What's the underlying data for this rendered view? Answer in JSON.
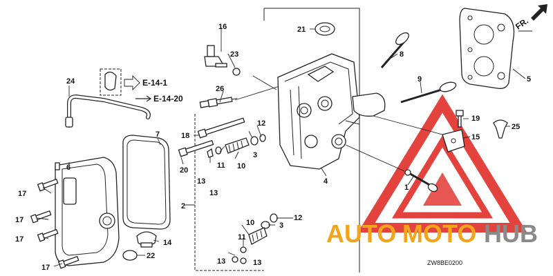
{
  "diagram": {
    "callouts": [
      {
        "id": "c1",
        "text": "1"
      },
      {
        "id": "c2",
        "text": "2"
      },
      {
        "id": "c3a",
        "text": "3"
      },
      {
        "id": "c3b",
        "text": "3"
      },
      {
        "id": "c4",
        "text": "4"
      },
      {
        "id": "c5",
        "text": "5"
      },
      {
        "id": "c6",
        "text": "6"
      },
      {
        "id": "c7",
        "text": "7"
      },
      {
        "id": "c8",
        "text": "8"
      },
      {
        "id": "c9",
        "text": "9"
      },
      {
        "id": "c10a",
        "text": "10"
      },
      {
        "id": "c10b",
        "text": "10"
      },
      {
        "id": "c11a",
        "text": "11"
      },
      {
        "id": "c11b",
        "text": "11"
      },
      {
        "id": "c12a",
        "text": "12"
      },
      {
        "id": "c12b",
        "text": "12"
      },
      {
        "id": "c13a",
        "text": "13"
      },
      {
        "id": "c13b",
        "text": "13"
      },
      {
        "id": "c13c",
        "text": "13"
      },
      {
        "id": "c13d",
        "text": "13"
      },
      {
        "id": "c14",
        "text": "14"
      },
      {
        "id": "c15",
        "text": "15"
      },
      {
        "id": "c16",
        "text": "16"
      },
      {
        "id": "c17a",
        "text": "17"
      },
      {
        "id": "c17b",
        "text": "17"
      },
      {
        "id": "c17c",
        "text": "17"
      },
      {
        "id": "c17d",
        "text": "17"
      },
      {
        "id": "c18",
        "text": "18"
      },
      {
        "id": "c19",
        "text": "19"
      },
      {
        "id": "c20",
        "text": "20"
      },
      {
        "id": "c21",
        "text": "21"
      },
      {
        "id": "c22",
        "text": "22"
      },
      {
        "id": "c23",
        "text": "23"
      },
      {
        "id": "c24",
        "text": "24"
      },
      {
        "id": "c25",
        "text": "25"
      },
      {
        "id": "c26",
        "text": "26"
      }
    ],
    "references": [
      "E-14-1",
      "E-14-20"
    ],
    "direction_label": "FR.",
    "diagram_code": "ZW8BE0200"
  },
  "watermark": {
    "word_part1": "AUTO",
    "word_part2": "MOTO",
    "word_part3": "HUB",
    "color_orange": "#f2a41c",
    "color_red": "#e0221c",
    "color_gray": "#8a8a8a"
  }
}
